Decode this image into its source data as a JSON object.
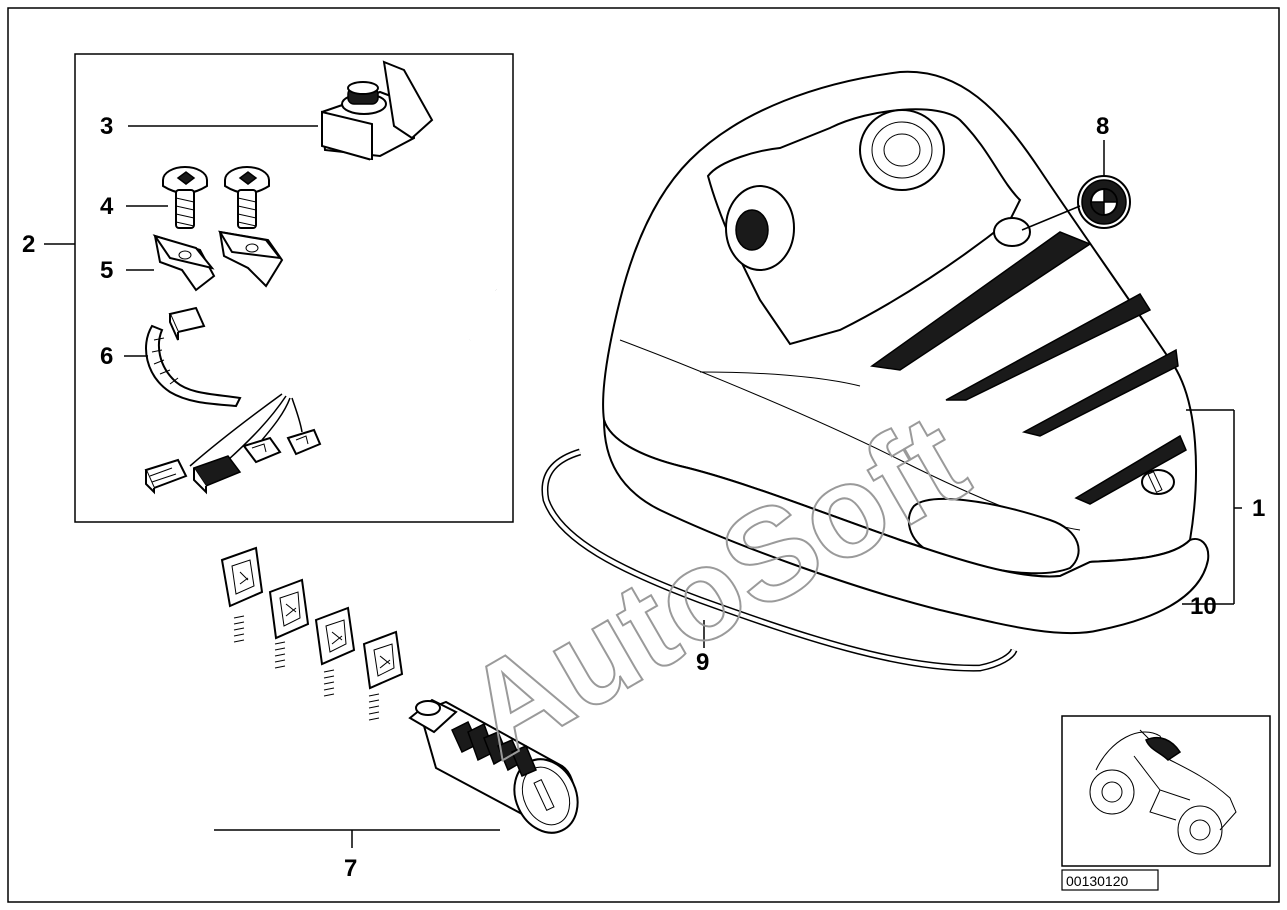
{
  "callouts": {
    "c1": "1",
    "c2": "2",
    "c3": "3",
    "c4": "4",
    "c5": "5",
    "c6": "6",
    "c7": "7",
    "c8": "8",
    "c9": "9",
    "c10": "10"
  },
  "reference_number": "00130120",
  "watermark": "AutoSoft"
}
